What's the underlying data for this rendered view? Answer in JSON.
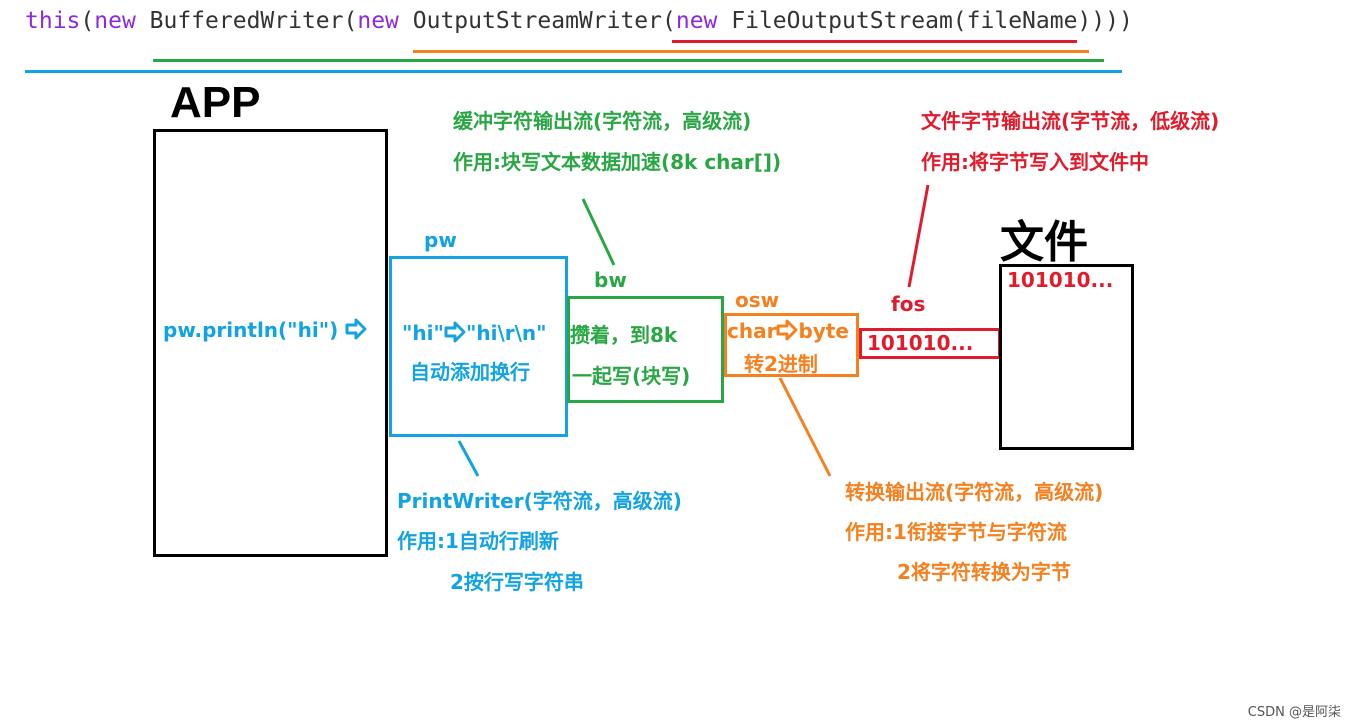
{
  "code": {
    "tokens": [
      {
        "text": "this",
        "kind": "kw"
      },
      {
        "text": "(",
        "kind": "plain"
      },
      {
        "text": "new",
        "kind": "kw"
      },
      {
        "text": " BufferedWriter(",
        "kind": "plain"
      },
      {
        "text": "new",
        "kind": "kw"
      },
      {
        "text": " OutputStreamWriter(",
        "kind": "plain"
      },
      {
        "text": "new",
        "kind": "kw"
      },
      {
        "text": " FileOutputStream(fileName))))",
        "kind": "plain"
      }
    ]
  },
  "colors": {
    "blue": "#12a3e0",
    "green": "#2aa745",
    "orange": "#f5801f",
    "red": "#e01c2c",
    "keyword": "#8a2be2"
  },
  "app": {
    "title": "APP",
    "call_text": "pw.println(\"hi\")"
  },
  "pw": {
    "name": "pw",
    "line1_left": "\"hi\"",
    "line1_right": "\"hi\\r\\n\"",
    "line2": "自动添加换行",
    "desc1": "PrintWriter(字符流，高级流)",
    "desc2": "作用:1自动行刷新",
    "desc3": "2按行写字符串"
  },
  "bw": {
    "name": "bw",
    "line1": "攒着，到8k",
    "line2": "一起写(块写)",
    "desc1": "缓冲字符输出流(字符流，高级流)",
    "desc2": "作用:块写文本数据加速(8k char[])"
  },
  "osw": {
    "name": "osw",
    "line1_left": "char",
    "line1_right": "byte",
    "line2": "转2进制",
    "desc1": "转换输出流(字符流，高级流)",
    "desc2": "作用:1衔接字节与字符流",
    "desc3": "2将字符转换为字节"
  },
  "fos": {
    "name": "fos",
    "bytes": "101010...",
    "desc1": "文件字节输出流(字节流，低级流)",
    "desc2": "作用:将字节写入到文件中"
  },
  "file": {
    "title": "文件",
    "content": "101010..."
  },
  "watermark": "CSDN @是阿柒"
}
